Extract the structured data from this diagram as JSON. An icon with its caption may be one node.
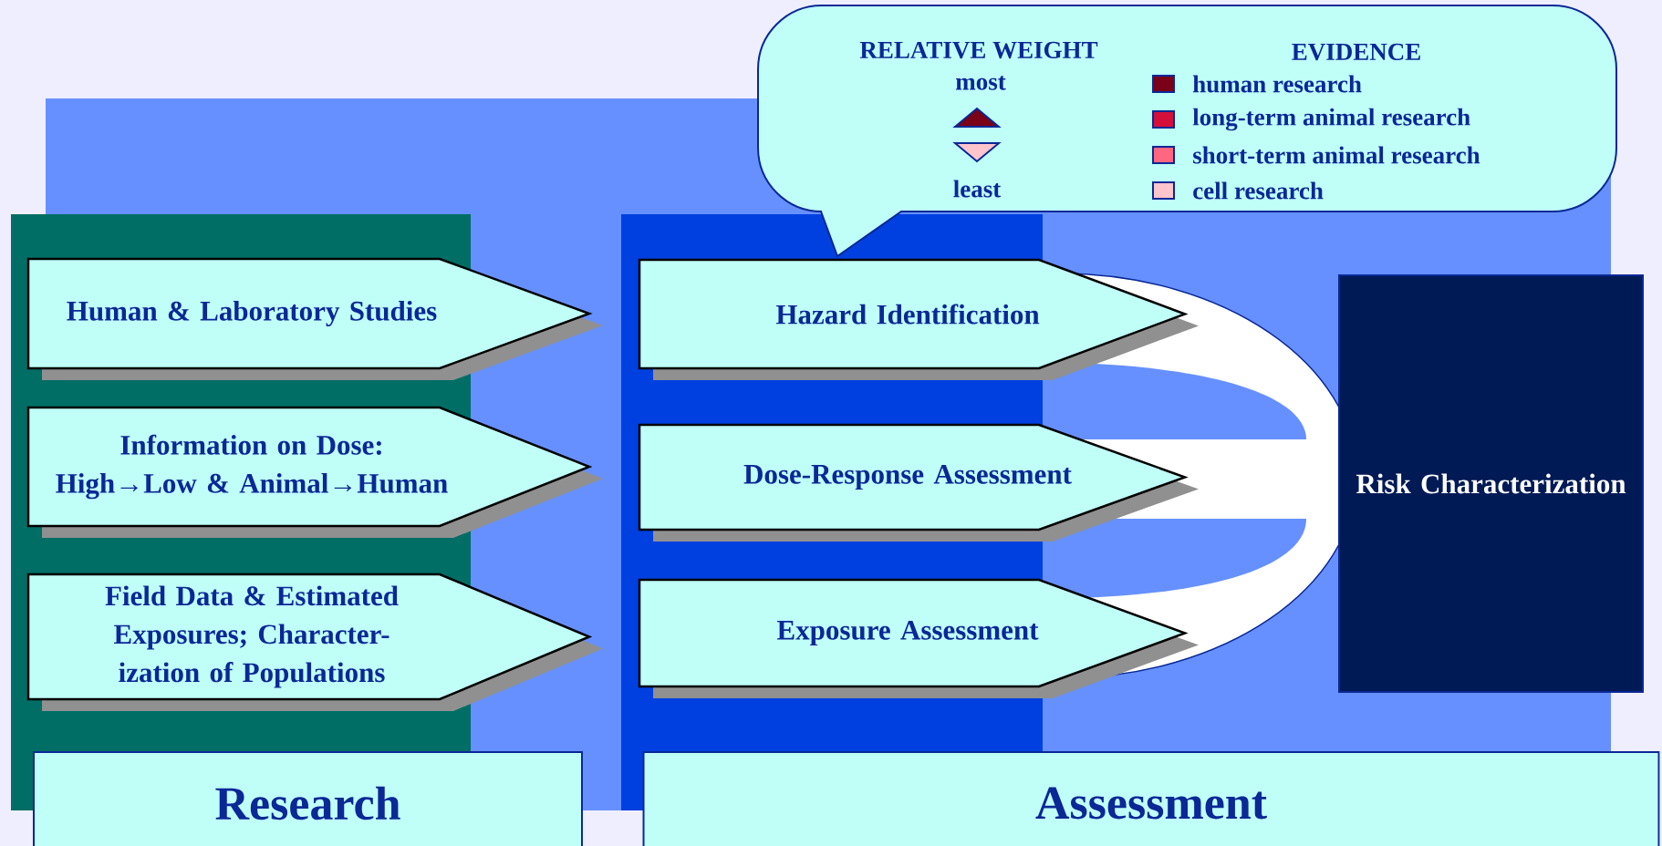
{
  "diagram": {
    "nodes": [
      {
        "text": [
          "RELATIVE WEIGHT",
          "most",
          "least",
          "EVIDENCE"
        ]
      },
      {
        "text": [
          "Human & Laboratory Studies"
        ]
      },
      {
        "text": [
          "Information on Dose: High→Low & Animal→Human"
        ]
      },
      {
        "text": [
          "Field Data & Estimated Exposures; Character-ization of Populations"
        ]
      },
      {
        "text": [
          "Hazard Identification"
        ]
      },
      {
        "text": [
          "Dose-Response Assessment"
        ]
      },
      {
        "text": [
          "Exposure Assessment"
        ]
      },
      {
        "text": [
          "Risk Characterization"
        ]
      },
      {
        "text": [
          "Research"
        ]
      },
      {
        "text": [
          "Assessment"
        ]
      }
    ],
    "legend": [
      {
        "text": "human research",
        "color": "#7a0018"
      },
      {
        "text": "long-term animal research",
        "color": "#d4103a"
      },
      {
        "text": "short-term animal research",
        "color": "#ff6680"
      },
      {
        "text": "cell research",
        "color": "#ffc4cc"
      }
    ]
  }
}
